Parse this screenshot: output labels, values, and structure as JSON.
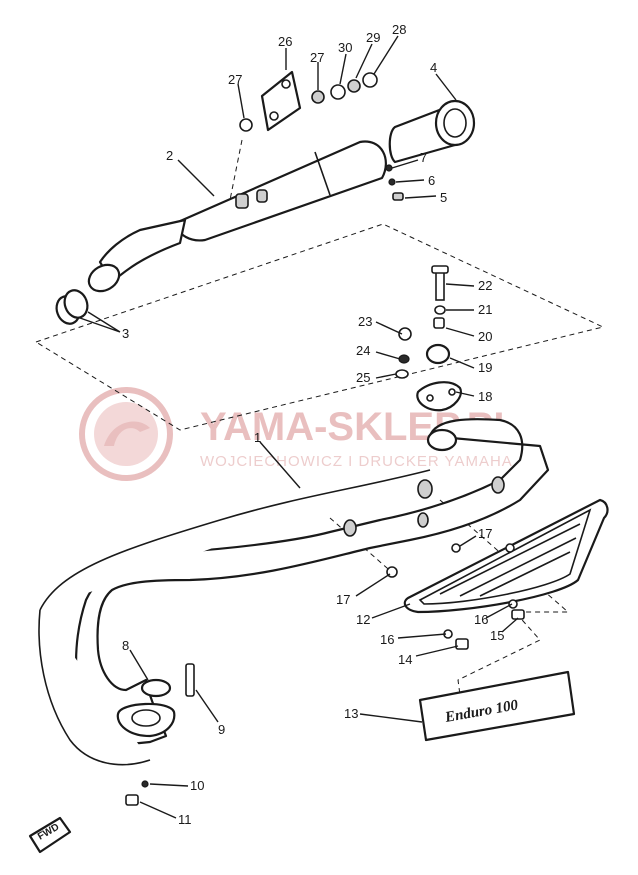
{
  "watermark": {
    "title": "YAMA-SKLEP.PL",
    "subtitle": "WOJCIECHOWICZ I DRUCKER YAMAHA",
    "color": "#e7b9b9"
  },
  "fwd_mark": "FWD",
  "emblem_text": "Enduro 100",
  "callouts": [
    {
      "id": "c1",
      "label": "1"
    },
    {
      "id": "c2",
      "label": "2"
    },
    {
      "id": "c3",
      "label": "3"
    },
    {
      "id": "c4",
      "label": "4"
    },
    {
      "id": "c5",
      "label": "5"
    },
    {
      "id": "c6",
      "label": "6"
    },
    {
      "id": "c7",
      "label": "7"
    },
    {
      "id": "c8",
      "label": "8"
    },
    {
      "id": "c9",
      "label": "9"
    },
    {
      "id": "c10",
      "label": "10"
    },
    {
      "id": "c11",
      "label": "11"
    },
    {
      "id": "c12",
      "label": "12"
    },
    {
      "id": "c13",
      "label": "13"
    },
    {
      "id": "c14",
      "label": "14"
    },
    {
      "id": "c15",
      "label": "15"
    },
    {
      "id": "c16a",
      "label": "16"
    },
    {
      "id": "c16b",
      "label": "16"
    },
    {
      "id": "c17a",
      "label": "17"
    },
    {
      "id": "c17b",
      "label": "17"
    },
    {
      "id": "c18",
      "label": "18"
    },
    {
      "id": "c19",
      "label": "19"
    },
    {
      "id": "c20",
      "label": "20"
    },
    {
      "id": "c21",
      "label": "21"
    },
    {
      "id": "c22",
      "label": "22"
    },
    {
      "id": "c23",
      "label": "23"
    },
    {
      "id": "c24",
      "label": "24"
    },
    {
      "id": "c25",
      "label": "25"
    },
    {
      "id": "c26",
      "label": "26"
    },
    {
      "id": "c27a",
      "label": "27"
    },
    {
      "id": "c27b",
      "label": "27"
    },
    {
      "id": "c28",
      "label": "28"
    },
    {
      "id": "c29",
      "label": "29"
    },
    {
      "id": "c30",
      "label": "30"
    }
  ]
}
